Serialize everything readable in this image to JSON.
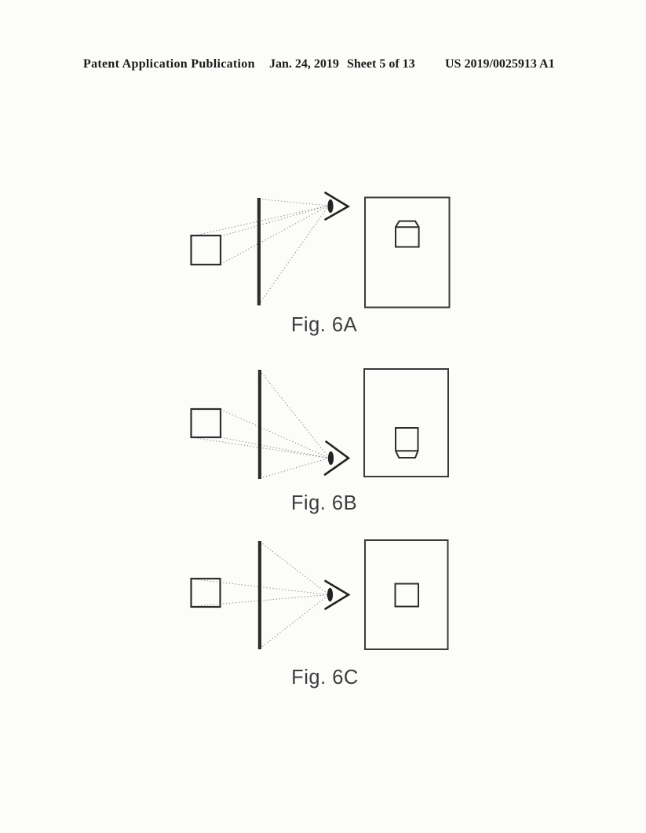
{
  "page": {
    "background": "#fcfcfa",
    "ink": "#2e2e2e",
    "screen_ink": "#3a3a3a",
    "ray": "#8f8f8f",
    "label": "#3d3d3d"
  },
  "header": {
    "publication": "Patent Application Publication",
    "date": "Jan. 24, 2019",
    "sheet": "Sheet 5 of 13",
    "patent_number": "US 2019/0025913 A1"
  },
  "figures": [
    {
      "label": "Fig. 6A"
    },
    {
      "label": "Fig. 6B"
    },
    {
      "label": "Fig. 6C"
    }
  ]
}
